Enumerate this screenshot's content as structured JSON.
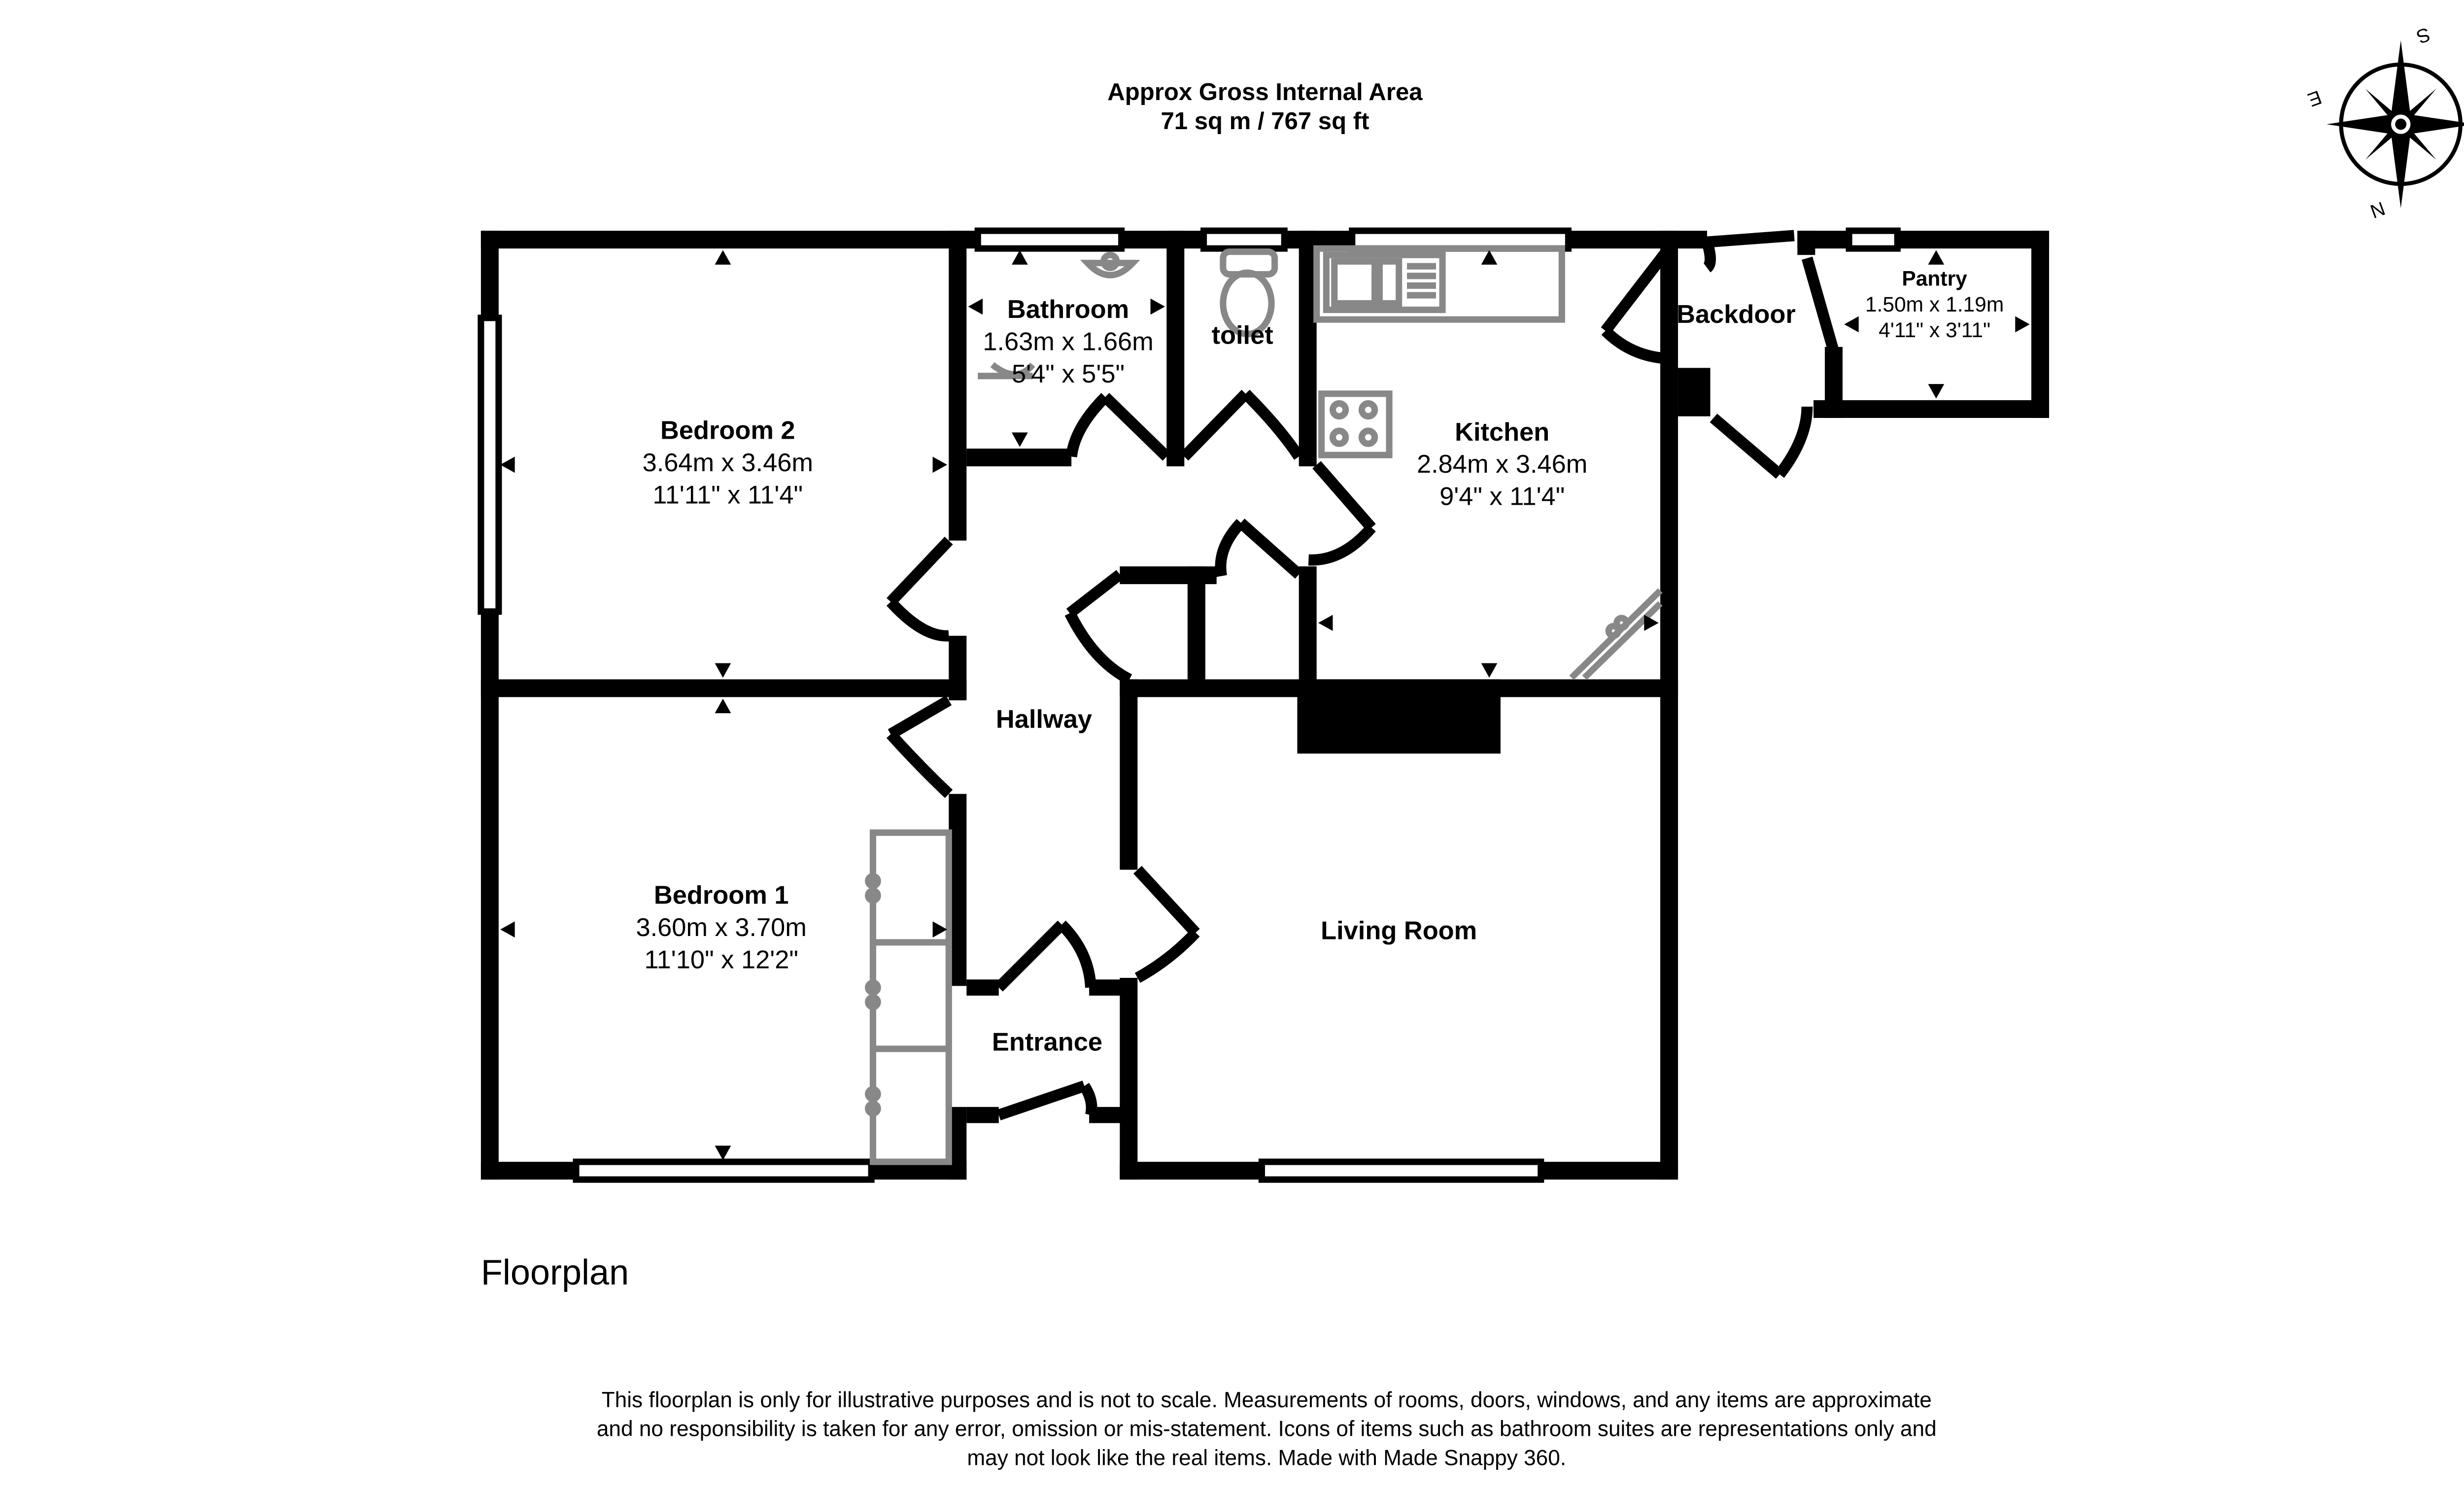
{
  "header": {
    "title_line1": "Approx Gross Internal Area",
    "title_line2": "71 sq m / 767 sq ft"
  },
  "compass": {
    "n": "N",
    "s": "S",
    "e": "E",
    "w": "W"
  },
  "rooms": {
    "bedroom2": {
      "name": "Bedroom 2",
      "metric": "3.64m x 3.46m",
      "imperial": "11'11\" x 11'4\""
    },
    "bedroom1": {
      "name": "Bedroom 1",
      "metric": "3.60m x 3.70m",
      "imperial": "11'10\" x 12'2\""
    },
    "bathroom": {
      "name": "Bathroom",
      "metric": "1.63m x 1.66m",
      "imperial": "5'4\" x 5'5\""
    },
    "toilet": {
      "name": "toilet"
    },
    "kitchen": {
      "name": "Kitchen",
      "metric": "2.84m x 3.46m",
      "imperial": "9'4\" x 11'4\""
    },
    "backdoor": {
      "name": "Backdoor"
    },
    "pantry": {
      "name": "Pantry",
      "metric": "1.50m x 1.19m",
      "imperial": "4'11\" x 3'11\""
    },
    "hallway": {
      "name": "Hallway"
    },
    "entrance": {
      "name": "Entrance"
    },
    "living": {
      "name": "Living Room"
    }
  },
  "caption": "Floorplan",
  "disclaimer": {
    "line1": "This floorplan is only for illustrative purposes and is not to scale. Measurements of rooms, doors, windows, and any items are approximate",
    "line2": "and no responsibility is taken for any error, omission or mis-statement. Icons of items such as bathroom suites are representations only and",
    "line3": "may not look like the real items. Made with Made Snappy 360."
  }
}
